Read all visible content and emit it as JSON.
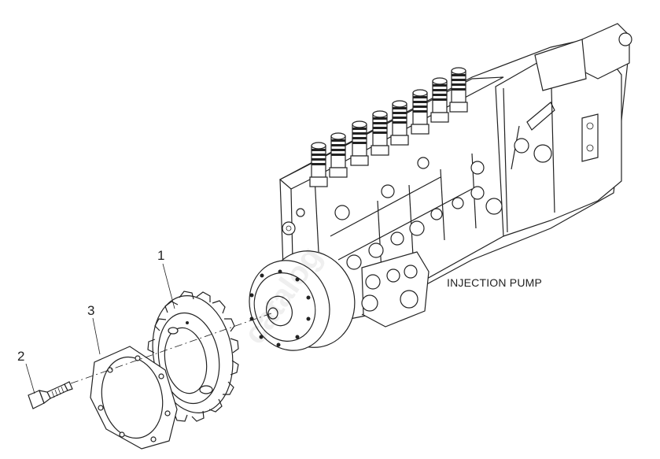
{
  "diagram": {
    "main_label": "INJECTION PUMP",
    "callouts": [
      {
        "id": "1",
        "part": "gear"
      },
      {
        "id": "2",
        "part": "bolt"
      },
      {
        "id": "3",
        "part": "gasket"
      }
    ],
    "watermark": "catalog"
  }
}
